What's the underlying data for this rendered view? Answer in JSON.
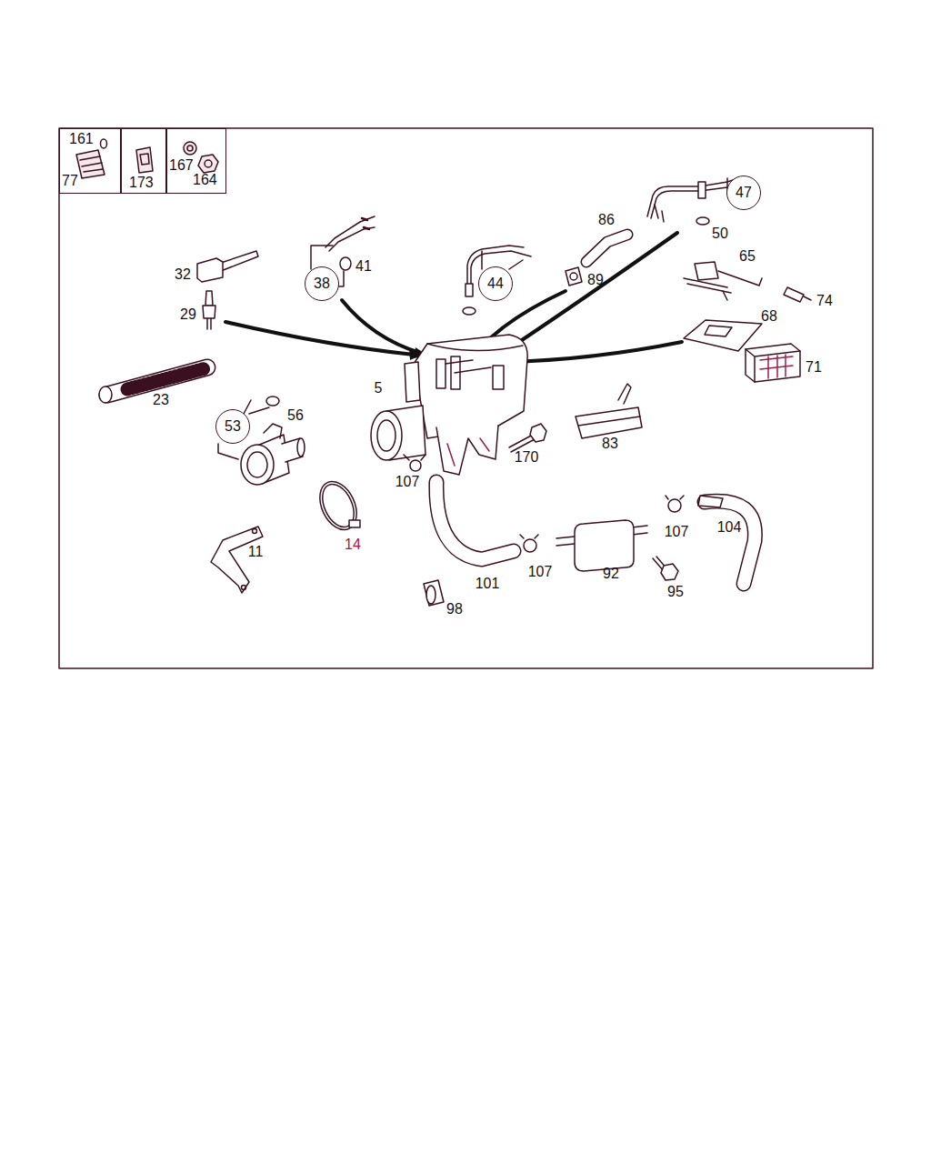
{
  "diagram": {
    "nodes": [
      {
        "text": [
          "161",
          "77"
        ]
      },
      {
        "text": [
          "173"
        ]
      },
      {
        "text": [
          "167",
          "164"
        ]
      },
      {
        "text": [
          "47"
        ]
      },
      {
        "text": [
          "38"
        ]
      },
      {
        "text": [
          "44"
        ]
      },
      {
        "text": [
          "53"
        ]
      }
    ],
    "labels": [
      "86",
      "50",
      "65",
      "41",
      "32",
      "89",
      "74",
      "29",
      "68",
      "71",
      "5",
      "23",
      "56",
      "83",
      "170",
      "107",
      "107",
      "104",
      "14",
      "11",
      "107",
      "92",
      "101",
      "95",
      "98"
    ]
  }
}
